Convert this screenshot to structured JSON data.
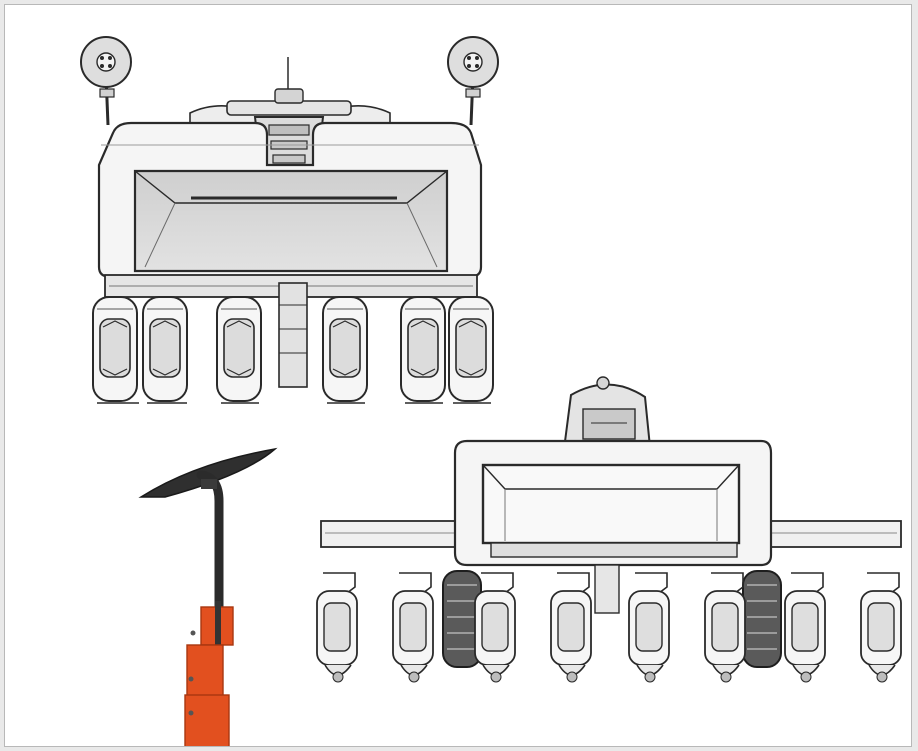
{
  "image": {
    "subjects": [
      "planter-rear-view-sketch",
      "planter-rear-three-quarter-sketch",
      "mounted-shield-arm"
    ],
    "colors": {
      "background": "#ffffff",
      "frame_border": "#b8b8b8",
      "sketch_line": "#2a2a2a",
      "sketch_fill": "#f4f4f4",
      "hopper_fill": "#d6d6d6",
      "orange_part": "#e2501f",
      "dark_part": "#333333"
    }
  }
}
